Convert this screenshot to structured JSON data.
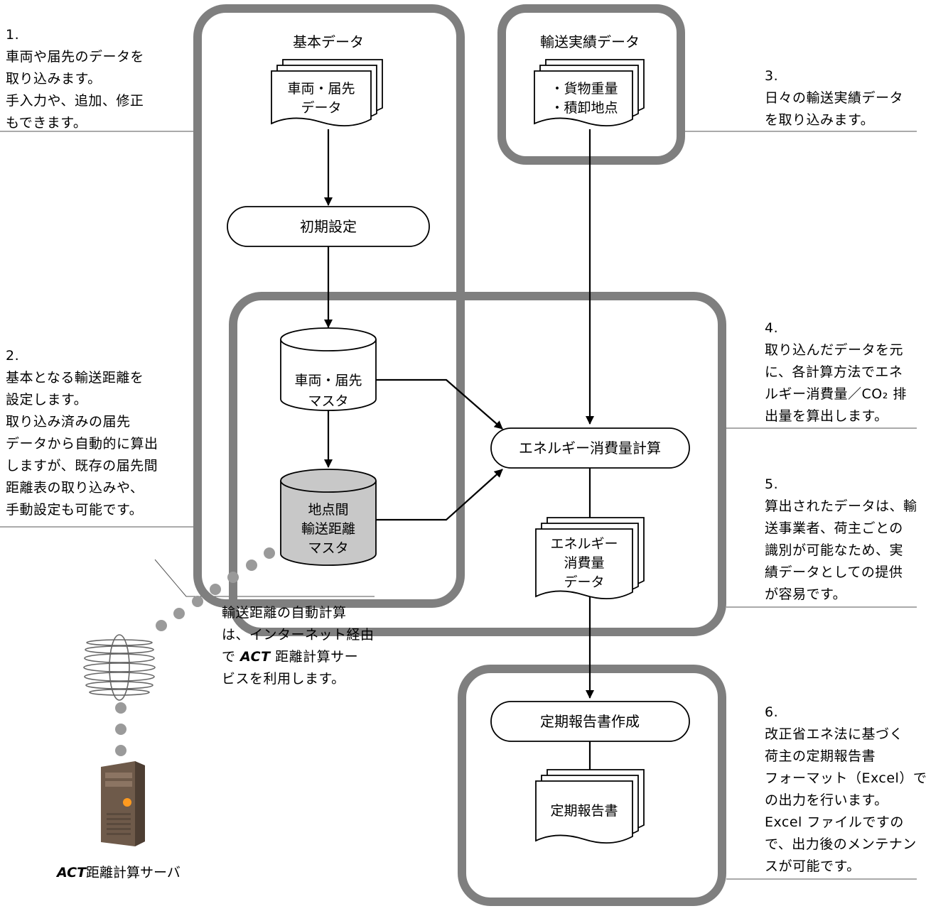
{
  "groups": {
    "basic": {
      "title": "基本データ"
    },
    "transport": {
      "title": "輸送実績データ"
    }
  },
  "nodes": {
    "vehicle_doc": {
      "lines": [
        "車両・届先",
        "データ"
      ]
    },
    "cargo_doc": {
      "lines": [
        "・貨物重量",
        "・積卸地点"
      ]
    },
    "init_settings": {
      "label": "初期設定"
    },
    "vehicle_master": {
      "lines": [
        "車両・届先",
        "マスタ"
      ]
    },
    "distance_master": {
      "lines": [
        "地点間",
        "輸送距離",
        "マスタ"
      ]
    },
    "energy_calc": {
      "label": "エネルギー消費量計算"
    },
    "energy_doc": {
      "lines": [
        "エネルギー",
        "消費量",
        "データ"
      ]
    },
    "report_create": {
      "label": "定期報告書作成"
    },
    "report_doc": {
      "label": "定期報告書"
    }
  },
  "server": {
    "brand": "ACT",
    "suffix": "距離計算サーバ"
  },
  "notes": {
    "n1": [
      "1.",
      "車両や届先のデータを",
      "取り込みます。",
      "手入力や、追加、修正",
      "もできます。"
    ],
    "n2": [
      "2.",
      "基本となる輸送距離を",
      "設定します。",
      "取り込み済みの届先",
      "データから自動的に算出",
      "しますが、既存の届先間",
      "距離表の取り込みや、",
      "手動設定も可能です。"
    ],
    "n3": [
      "3.",
      "日々の輸送実績データ",
      "を取り込みます。"
    ],
    "n4": [
      "4.",
      "取り込んだデータを元",
      "に、各計算方法でエネ",
      "ルギー消費量／CO₂ 排",
      "出量を算出します。"
    ],
    "n5": [
      "5.",
      "算出されたデータは、輸",
      "送事業者、荷主ごとの",
      "識別が可能なため、実",
      "績データとしての提供",
      "が容易です。"
    ],
    "n6": [
      "6.",
      "改正省エネ法に基づく",
      "荷主の定期報告書",
      "フォーマット（Excel）で",
      "の出力を行います。",
      "Excel ファイルですの",
      "で、出力後のメンテナン",
      "スが可能です。"
    ],
    "internet": {
      "line1": "輸送距離の自動計算",
      "line2": "は、インターネット経由",
      "line3_pre": "で ",
      "line3_brand": "ACT",
      "line3_post": " 距離計算サー",
      "line4": "ビスを利用します。"
    }
  },
  "colors": {
    "frame": "#7f7f7f",
    "dots": "#9a9a9a",
    "master_fill": "#c8c8c8"
  },
  "icons": {
    "globe": "globe-icon",
    "server": "server-icon"
  }
}
